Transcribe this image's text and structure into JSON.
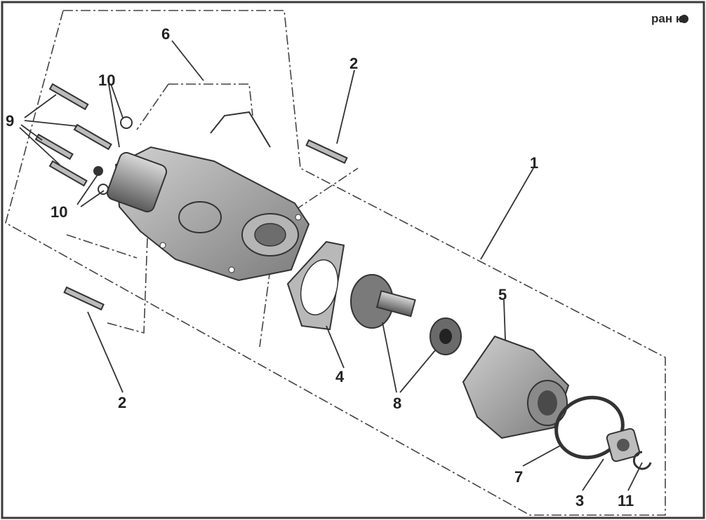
{
  "logo": {
    "text": "ран к"
  },
  "colors": {
    "ink": "#222222",
    "part_fill": "#a8a8a8",
    "part_dark": "#5e5e5e",
    "part_light": "#cfcfcf",
    "border": "#3a3a3a"
  },
  "callouts": [
    {
      "id": "1",
      "label": "1"
    },
    {
      "id": "2a",
      "label": "2"
    },
    {
      "id": "2b",
      "label": "2"
    },
    {
      "id": "3",
      "label": "3"
    },
    {
      "id": "4",
      "label": "4"
    },
    {
      "id": "5",
      "label": "5"
    },
    {
      "id": "6",
      "label": "6"
    },
    {
      "id": "7",
      "label": "7"
    },
    {
      "id": "8",
      "label": "8"
    },
    {
      "id": "9",
      "label": "9"
    },
    {
      "id": "10a",
      "label": "10"
    },
    {
      "id": "10b",
      "label": "10"
    },
    {
      "id": "11",
      "label": "11"
    }
  ]
}
